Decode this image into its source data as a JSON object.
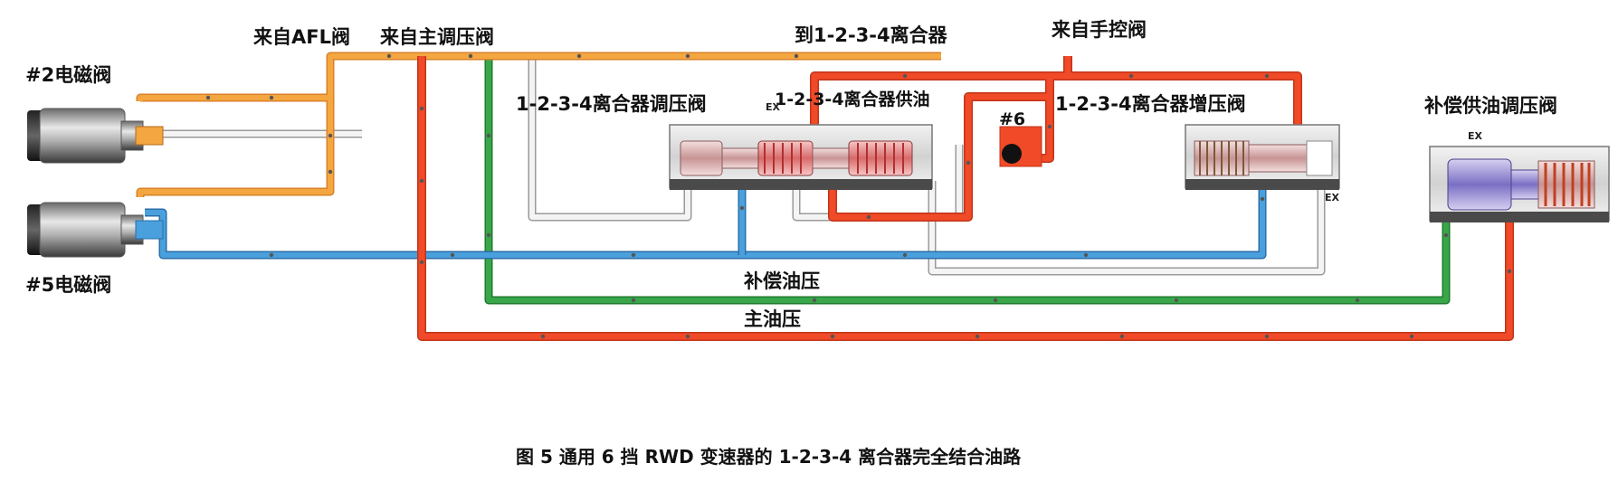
{
  "labels": {
    "solenoid_2": "#2电磁阀",
    "solenoid_5": "#5电磁阀",
    "from_afl": "来自AFL阀",
    "from_main_regulator": "来自主调压阀",
    "to_clutch": "到1-2-3-4离合器",
    "from_manual_valve": "来自手控阀",
    "clutch_regulator_valve": "1-2-3-4离合器调压阀",
    "clutch_feed": "1-2-3-4离合器供油",
    "clutch_boost_valve": "1-2-3-4离合器增压阀",
    "comp_feed_regulator_valve": "补偿供油调压阀",
    "check_ball": "#6",
    "exhaust": "EX",
    "comp_pressure": "补偿油压",
    "main_pressure": "主油压"
  },
  "caption": "图 5  通用 6 挡 RWD 变速器的 1-2-3-4 离合器完全结合油路",
  "colors": {
    "main": "#f04a28",
    "afl": "#f4a640",
    "comp": "#3aa64a",
    "signal": "#4aa0dc",
    "exhaust": "#e6e6e6",
    "outline": "#9a9a9a"
  }
}
